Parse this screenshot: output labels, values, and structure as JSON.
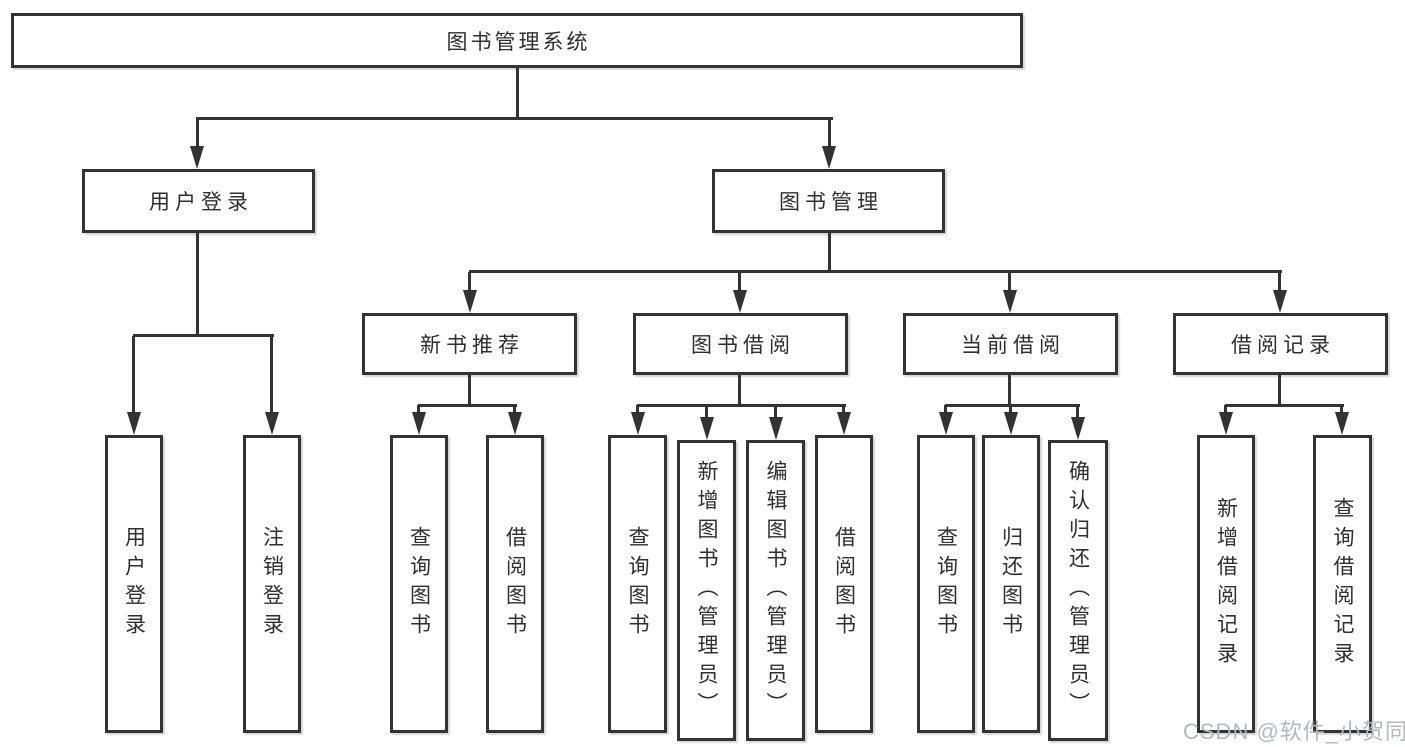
{
  "tree": {
    "root": {
      "label": "图书管理系统",
      "children": [
        {
          "label": "用户登录",
          "children": [
            {
              "label": "用户登录"
            },
            {
              "label": "注销登录"
            }
          ]
        },
        {
          "label": "图书管理",
          "children": [
            {
              "label": "新书推荐",
              "children": [
                {
                  "label": "查询图书"
                },
                {
                  "label": "借阅图书"
                }
              ]
            },
            {
              "label": "图书借阅",
              "children": [
                {
                  "label": "查询图书"
                },
                {
                  "label": "新增图书（管理员）"
                },
                {
                  "label": "编辑图书（管理员）"
                },
                {
                  "label": "借阅图书"
                }
              ]
            },
            {
              "label": "当前借阅",
              "children": [
                {
                  "label": "查询图书"
                },
                {
                  "label": "归还图书"
                },
                {
                  "label": "确认归还（管理员）"
                }
              ]
            },
            {
              "label": "借阅记录",
              "children": [
                {
                  "label": "新增借阅记录"
                },
                {
                  "label": "查询借阅记录"
                }
              ]
            }
          ]
        }
      ]
    }
  },
  "watermark": {
    "text": "CSDN @软件_小贺同学"
  },
  "colors": {
    "line": "#333333",
    "text": "#2f2f2f",
    "watermark": "#b3b7bf",
    "box_bg": "#ffffff",
    "page_bg": "#ffffff"
  }
}
